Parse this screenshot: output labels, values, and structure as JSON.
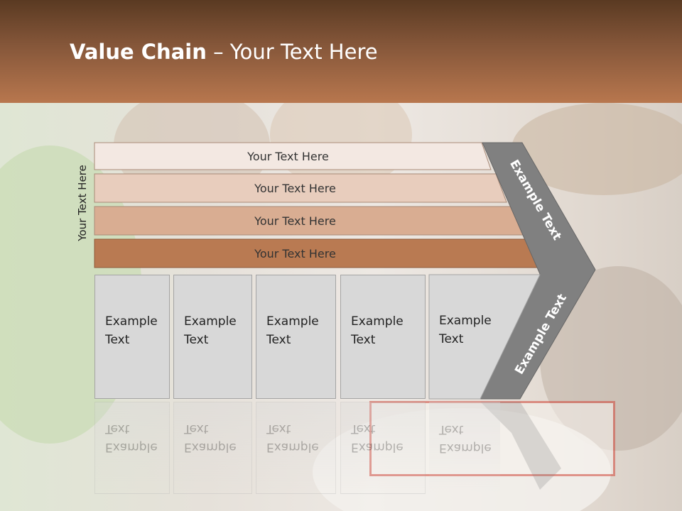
{
  "slide": {
    "title_bold": "Value Chain",
    "title_rest": " – Your Text Here",
    "side_label": "Your Text Here",
    "bars": [
      {
        "label": "Your Text Here",
        "color": "#f3e8e2"
      },
      {
        "label": "Your Text Here",
        "color": "#e8cdbd"
      },
      {
        "label": "Your Text Here",
        "color": "#d9ad92"
      },
      {
        "label": "Your Text Here",
        "color": "#b97a52"
      }
    ],
    "boxes": [
      {
        "line1": "Example",
        "line2": "Text"
      },
      {
        "line1": "Example",
        "line2": "Text"
      },
      {
        "line1": "Example",
        "line2": "Text"
      },
      {
        "line1": "Example",
        "line2": "Text"
      },
      {
        "line1": "Example",
        "line2": "Text"
      }
    ],
    "chevron_top_label": "Example Text",
    "chevron_bottom_label": "Example Text",
    "colors": {
      "header_dark": "#5a3a22",
      "header_light": "#b8774e",
      "chevron": "#808080",
      "box": "#d8d8d8"
    }
  }
}
